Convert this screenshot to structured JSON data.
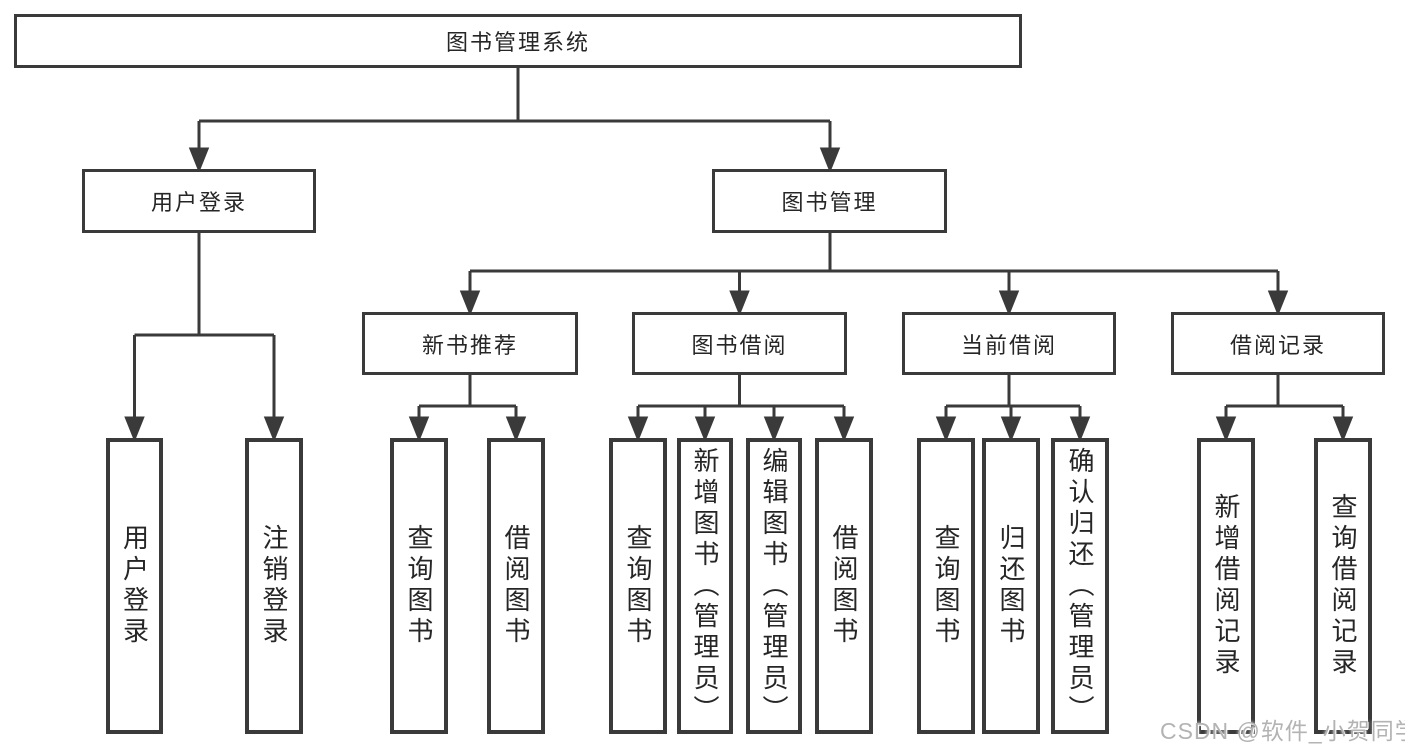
{
  "diagram": {
    "type": "hierarchy-tree",
    "root": {
      "label": "图书管理系统",
      "children": [
        {
          "label": "用户登录",
          "children": [
            {
              "label": "用户登录"
            },
            {
              "label": "注销登录"
            }
          ]
        },
        {
          "label": "图书管理",
          "children": [
            {
              "label": "新书推荐",
              "children": [
                {
                  "label": "查询图书"
                },
                {
                  "label": "借阅图书"
                }
              ]
            },
            {
              "label": "图书借阅",
              "children": [
                {
                  "label": "查询图书"
                },
                {
                  "label": "新增图书（管理员）"
                },
                {
                  "label": "编辑图书（管理员）"
                },
                {
                  "label": "借阅图书"
                }
              ]
            },
            {
              "label": "当前借阅",
              "children": [
                {
                  "label": "查询图书"
                },
                {
                  "label": "归还图书"
                },
                {
                  "label": "确认归还（管理员）"
                }
              ]
            },
            {
              "label": "借阅记录",
              "children": [
                {
                  "label": "新增借阅记录"
                },
                {
                  "label": "查询借阅记录"
                }
              ]
            }
          ]
        }
      ]
    }
  },
  "watermark": {
    "text": "CSDN @软件_小贺同学"
  },
  "colors": {
    "line": "#3a3a3a",
    "box_border": "#3a3a3a",
    "box_fill": "#ffffff",
    "text": "#262626",
    "watermark": "#b3b3b3",
    "background": "#ffffff"
  }
}
